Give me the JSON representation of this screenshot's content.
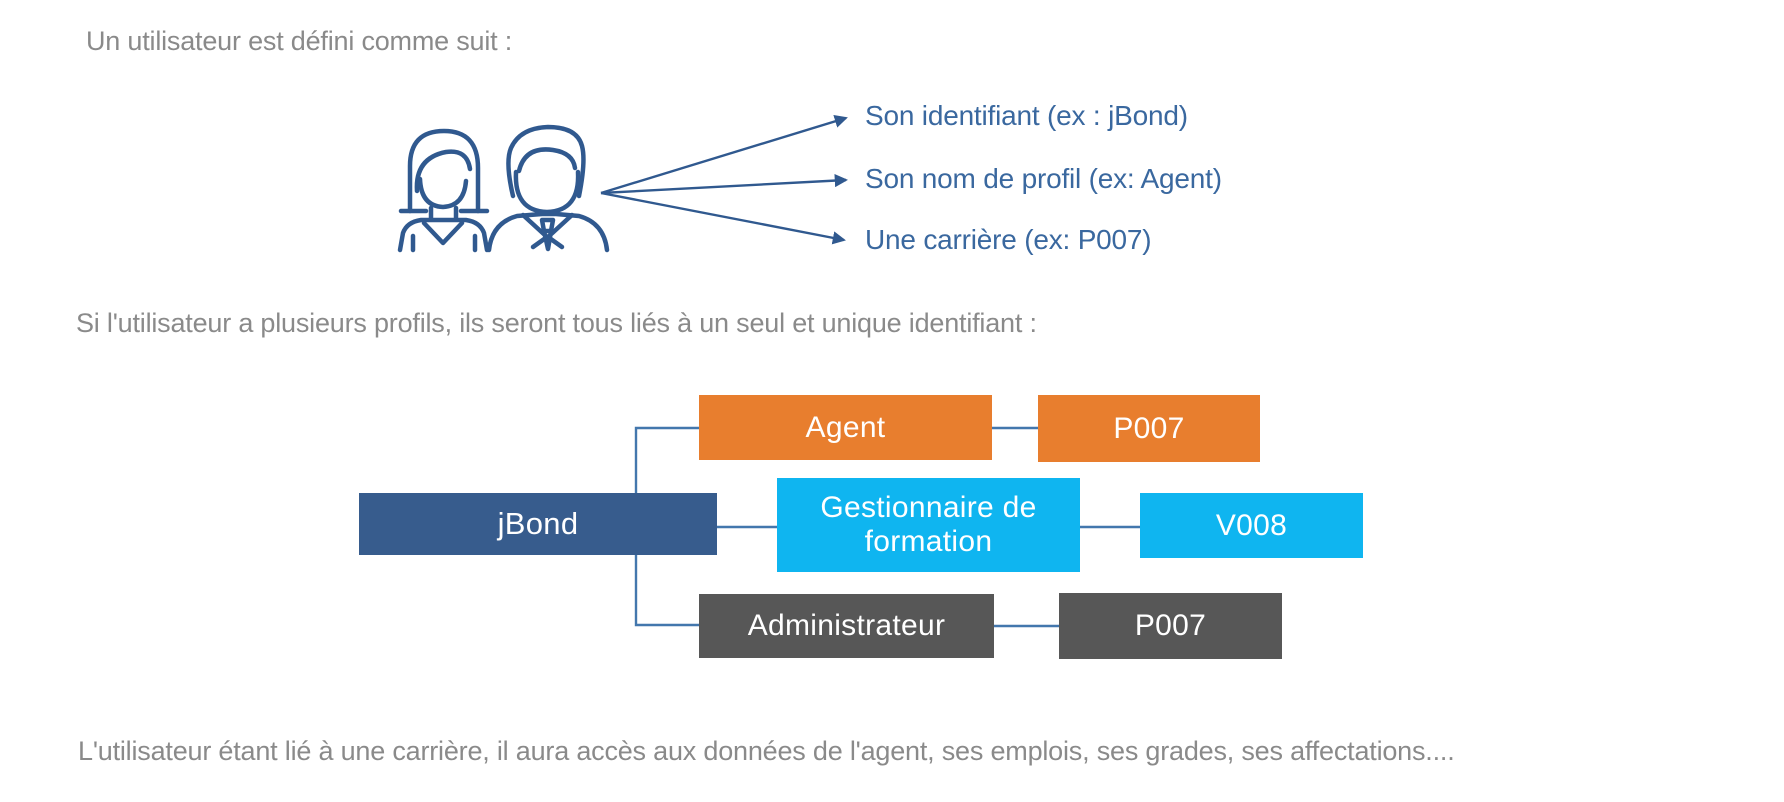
{
  "texts": {
    "intro": "Un utilisateur est défini comme suit :",
    "multi_profiles": "Si l'utilisateur a plusieurs profils, ils seront tous liés à un seul et unique identifiant :",
    "career_access": "L'utilisateur étant lié à une carrière, il aura accès aux données de l'agent, ses emplois, ses grades, ses affectations...."
  },
  "attributes": {
    "items": [
      {
        "label": "Son identifiant (ex : jBond)"
      },
      {
        "label": "Son nom de profil (ex: Agent)"
      },
      {
        "label": "Une carrière (ex: P007)"
      }
    ]
  },
  "diagram": {
    "root": {
      "label": "jBond"
    },
    "rows": [
      {
        "profile": "Agent",
        "career": "P007",
        "color": "#e87e2e"
      },
      {
        "profile": "Gestionnaire de formation",
        "career": "V008",
        "color": "#0fb5f0"
      },
      {
        "profile": "Administrateur",
        "career": "P007",
        "color": "#575757"
      }
    ]
  },
  "icons": {
    "users_icon": "two-person-outline (woman and man)"
  },
  "colors": {
    "paragraph_gray": "#8a8a8a",
    "attribute_blue_text": "#3a689f",
    "root_box_blue": "#375c8d",
    "profile_orange": "#e87e2e",
    "profile_cyan": "#0fb5f0",
    "profile_gray": "#575757",
    "connector_blue": "#4377ad",
    "icon_stroke_blue": "#30598f"
  }
}
